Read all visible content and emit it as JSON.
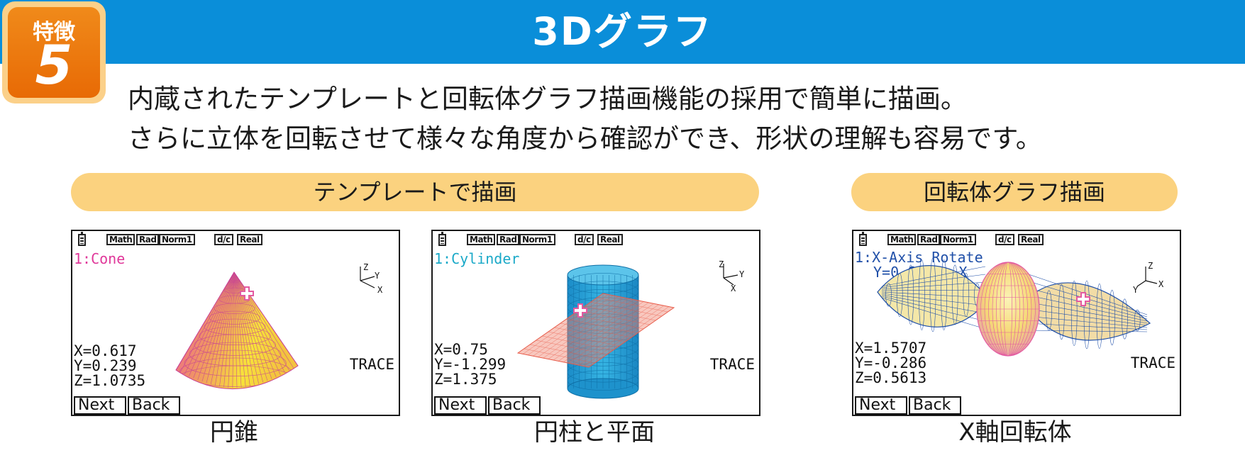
{
  "header": {
    "title": "3Dグラフ",
    "color": "#0a8ed9"
  },
  "badge": {
    "label": "特徴",
    "number": "5",
    "color": "#e97a10"
  },
  "intro": {
    "line1": "内蔵されたテンプレートと回転体グラフ描画機能の採用で簡単に描画。",
    "line2": "さらに立体を回転させて様々な角度から確認ができ、形状の理解も容易です。"
  },
  "sections": {
    "template_label": "テンプレートで描画",
    "revolve_label": "回転体グラフ描画",
    "pill_color": "#fbd27f"
  },
  "status_bar": {
    "modes": [
      "Math",
      "Rad",
      "Norm1",
      "d/c",
      "Real"
    ]
  },
  "softkeys": {
    "next": "Next",
    "back": "Back"
  },
  "trace_label": "TRACE",
  "axes_labels": {
    "x": "X",
    "y": "Y",
    "z": "Z"
  },
  "screens": [
    {
      "func_line1": "1:Cone",
      "func_color": "#e0389a",
      "x": "X=0.617",
      "y": "Y=0.239",
      "z": "Z=1.0735",
      "caption": "円錐",
      "shape_colors": {
        "light": "#f7e23a",
        "dark": "#e34a9d",
        "mesh": "#c33a9a"
      }
    },
    {
      "func_line1": "1:Cylinder",
      "func_color": "#1aa9c8",
      "x": "X=0.75",
      "y": "Y=-1.299",
      "z": "Z=1.375",
      "caption": "円柱と平面",
      "shape_colors": {
        "cylinder": "#2aa7d9",
        "plane": "#e85c4a"
      }
    },
    {
      "func_line1": "1:X-Axis Rotate",
      "func_line2": "Y=0.63sin X",
      "func_color": "#1f4fa8",
      "x": "X=1.5707",
      "y": "Y=-0.286",
      "z": "Z=0.5613",
      "caption": "X軸回転体",
      "shape_colors": {
        "mesh_blue": "#1f4fa8",
        "fill_yellow": "#f7e28a",
        "mesh_pink": "#e35aa0"
      }
    }
  ]
}
